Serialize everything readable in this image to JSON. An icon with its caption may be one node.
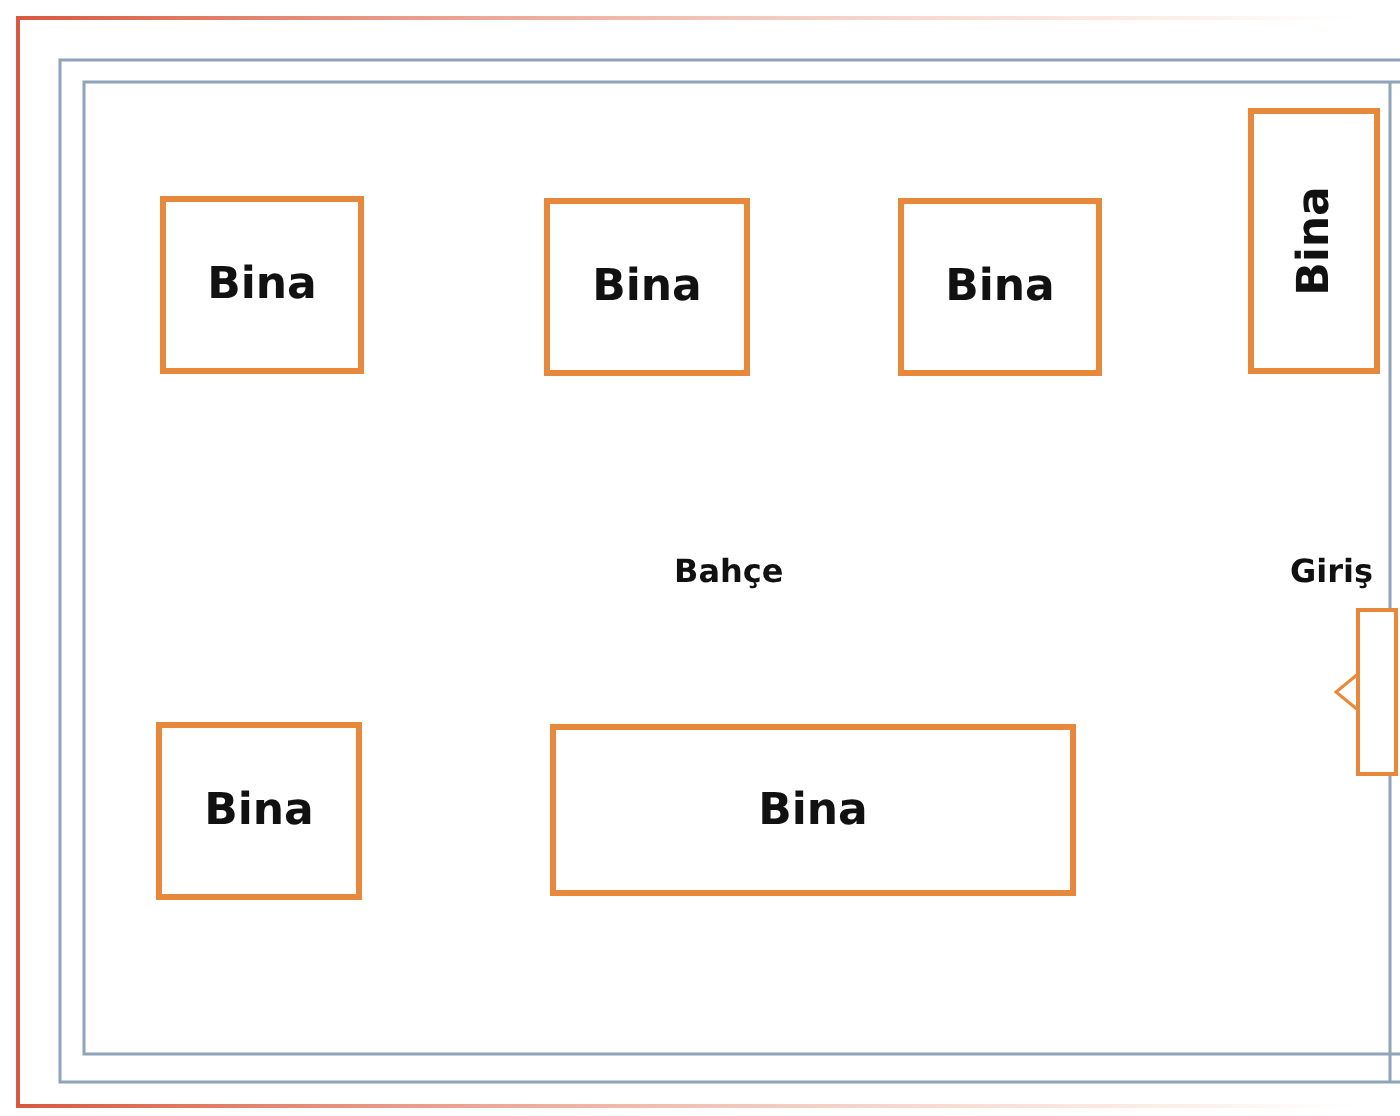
{
  "diagram": {
    "nodes": [
      {
        "text": [
          "Bina"
        ]
      },
      {
        "text": [
          "Bina"
        ]
      },
      {
        "text": [
          "Bina"
        ]
      },
      {
        "text": [
          "Bina"
        ]
      },
      {
        "text": [
          "Bina"
        ]
      },
      {
        "text": [
          "Bina"
        ]
      }
    ],
    "labels": [
      "Bahçe",
      "Giriş"
    ]
  }
}
